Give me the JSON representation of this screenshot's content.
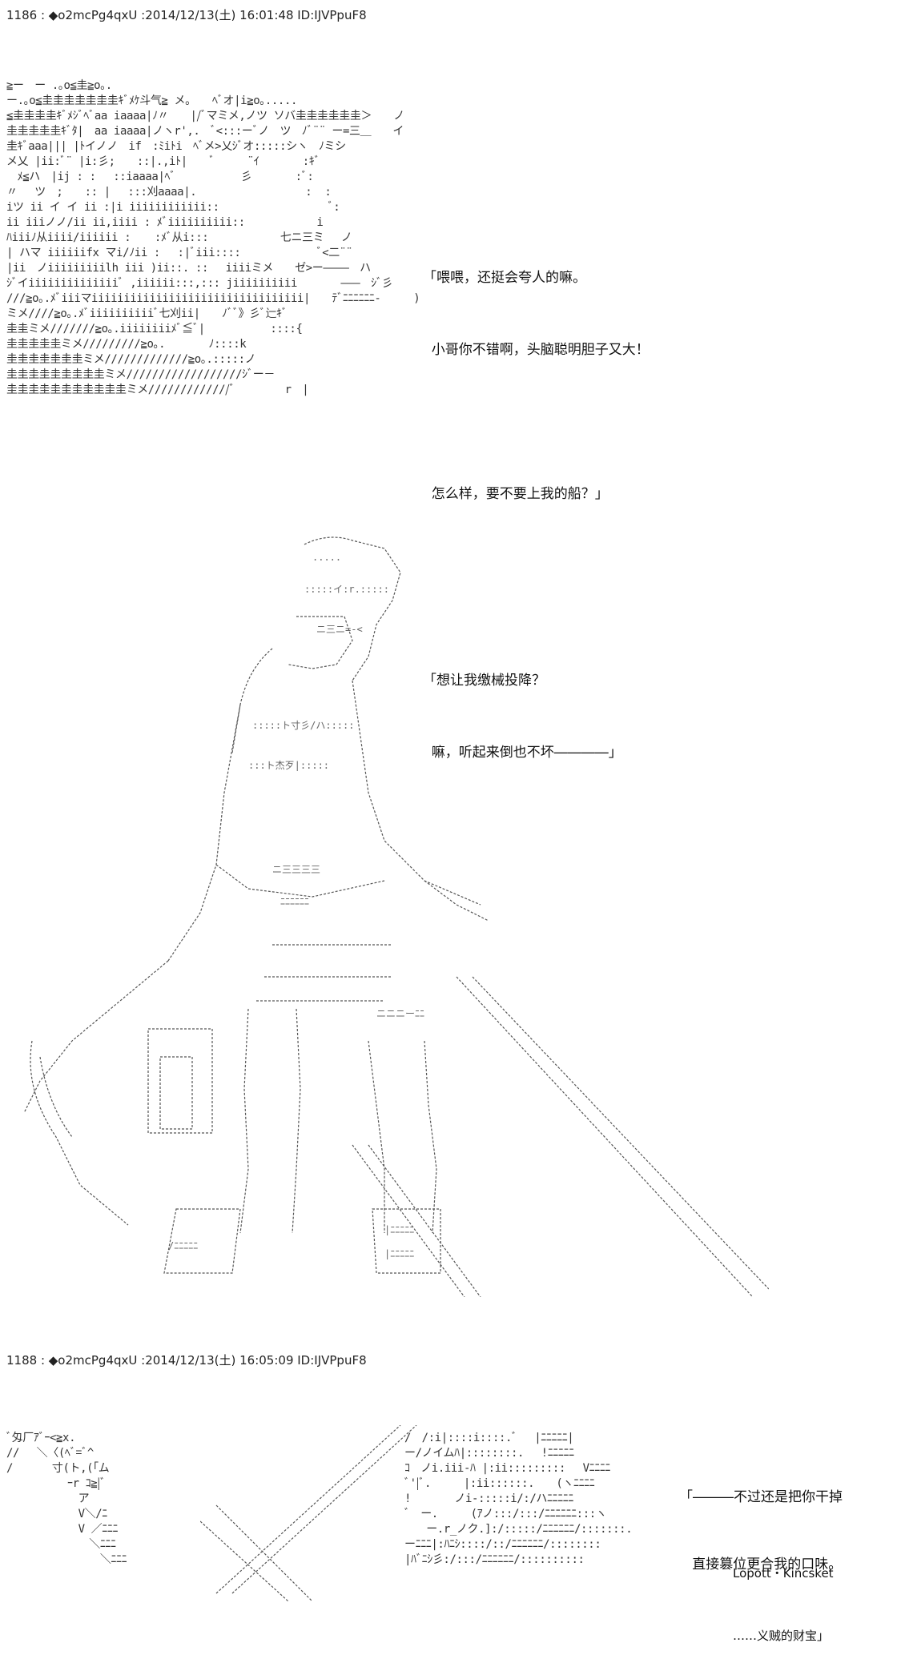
{
  "posts": [
    {
      "header": "1186 : ◆o2mcPg4qxU :2014/12/13(土) 16:01:48 ID:IJVPpuF8",
      "dialog": [
        "「喂喂，还挺会夸人的嘛。",
        "  小哥你不错啊，头脑聪明胆子又大！",
        "",
        "  怎么样，要不要上我的船？」"
      ],
      "art": [
        "≧ー　ー .｡o≦圭≧o｡.",
        "ー.｡o≦圭圭圭圭圭圭圭ｷﾞﾒｹ斗气≧ メ。　　ﾍﾞオ|i≧o｡.....",
        "≦圭圭圭圭ｷﾞﾒｼﾞﾍﾞaa iaaaa|ﾉ〃　　|/ﾞマミメ,ノツ ソバ圭圭圭圭圭圭＞　　ノ",
        "圭圭圭圭圭ｷﾞﾀ|　aa iaaaa|ノヽr',.　ﾞ<:::ーﾞノ　ツ　ﾉﾞ¨¨ ー=三＿　　イ",
        "圭ｷﾞaaa||| |ﾄイノノ　if　:ﾐiﾄi　ﾍﾞメ>乂ｼﾞオ:::::シヽ　ﾉミシ",
        "メ乂 |ii:ﾞ¨ |i:彡;　　::|.,iﾄ|　　ﾞ　　　¨ｲ　　　　:ｷﾞ",
        "　ﾒ≦ハ　|ij : :　 ::iaaaa|ﾍﾞ　　　　　　彡　　　　:ﾞ:",
        "〃　 ツ　;　　:: |　 :::刈aaaa|.　　　　　　　　　　:  :",
        "iツ ii イ イ ii :|i iiiiiiiiiiii::　　　　　　　　　　ﾞ:",
        "ii iiiノノ/ii ii,iiii : ﾒﾞiiiiiiiiii::　　　　　　 i",
        "ﾊiiiﾉ从iiii/iiiiii :　  :ﾒﾞ从i:::　　　　　　 七ニ三ミ　 ノ",
        "| ハマ iiiiiifx マi/ﾉii :　 :|ﾞiii::::　　　　　　　ﾞ<二¨¨",
        "|ii　ノiiiiiiiiilh iii )ii::. :: 　iiiiミメ　　ゼ>ー――――　ハ",
        "ｼﾞイiiiiiiiiiiiiiiﾞ ,iiiiii:::,::: jiiiiiiiiii　　　　―――　ｼﾞ彡",
        "///≧o｡.ﾒﾞiiiマiiiiiiiiiiiiiiiiiiiiiiiiiiiiiiiii|　　ﾃﾞﾆﾆﾆﾆﾆﾆ-　　　)",
        "ミメ////≧o｡.ﾒﾞiiiiiiiiiiﾞ七刈ii|　　ﾉﾞﾞ》彡ﾞ辷ｷﾞ",
        "圭圭ミメ///////≧o｡.iiiiiiiiﾒﾞ≦ﾞ|　　　　　　::::{",
        "圭圭圭圭圭ミメ/////////≧o｡.　　　　ﾉ::::k",
        "圭圭圭圭圭圭圭ミメ/////////////≧o｡.:::::ノ",
        "圭圭圭圭圭圭圭圭圭ミメ//////////////////ｼﾞー－",
        "圭圭圭圭圭圭圭圭圭圭圭ミメ/////////////ﾞ　　　　 r　|"
      ]
    },
    {
      "dialog": [
        "「想让我缴械投降？",
        "  嘛，听起来倒也不坏――――」"
      ]
    },
    {
      "header": "1188 : ◆o2mcPg4qxU :2014/12/13(土) 16:05:09 ID:IJVPpuF8",
      "dialog": [
        "「―――不过还是把你干掉",
        "   直接篡位更合我的口味。"
      ],
      "caption": [
        "Lopott・Kincsket",
        "……义贼的财宝」"
      ],
      "art": [
        "ﾞ匁厂ｱﾞｰ<≧x.",
        "//　 ＼〈(ﾍﾞ=ﾞ^",
        "/　　　 寸(ト,(「ム",
        "　　　　　 ｰr ｺ≧|ﾞ",
        "　　　　 　　ア",
        "　　　　　 　V＼/ﾆ",
        "　　　　　　 V ／ﾆﾆﾆ",
        "　　　　　　　 ＼ﾆﾆﾆ",
        "　　　　　　　　 ＼ﾆﾆﾆ"
      ],
      "art_right": [
        "/　/:i|::::i::::.ﾞ　 |ﾆﾆﾆﾆﾆ|",
        "ー/ノイムﾊ|::::::::.　 !ﾆﾆﾆﾆﾆ",
        "ｺ　ノi.iii-ﾊ |:ii:::::::::　 Vﾆﾆﾆﾆ",
        "ﾞ'|ﾞ.　　　|:ii::::::.　　(ヽﾆﾆﾆﾆ",
        "!　　　　ノi-:::::i/:/ハﾆﾆﾆﾆﾆ",
        "ﾞ　ー.　　　(ｱノ:::/:::/ﾆﾆﾆﾆﾆﾆ:::ヽ",
        "　　ー.r_ノク.]:/:::::/ﾆﾆﾆﾆﾆﾆ/:::::::.",
        "ーﾆﾆﾆ|:ﾊﾆｼ::::/::/ﾆﾆﾆﾆﾆﾆ/::::::::",
        "|ﾊﾞﾆｼ彡:/:::/ﾆﾆﾆﾆﾆﾆ/::::::::::"
      ]
    }
  ],
  "figure": {
    "description_icon": "swordsman-ascii-figure"
  }
}
